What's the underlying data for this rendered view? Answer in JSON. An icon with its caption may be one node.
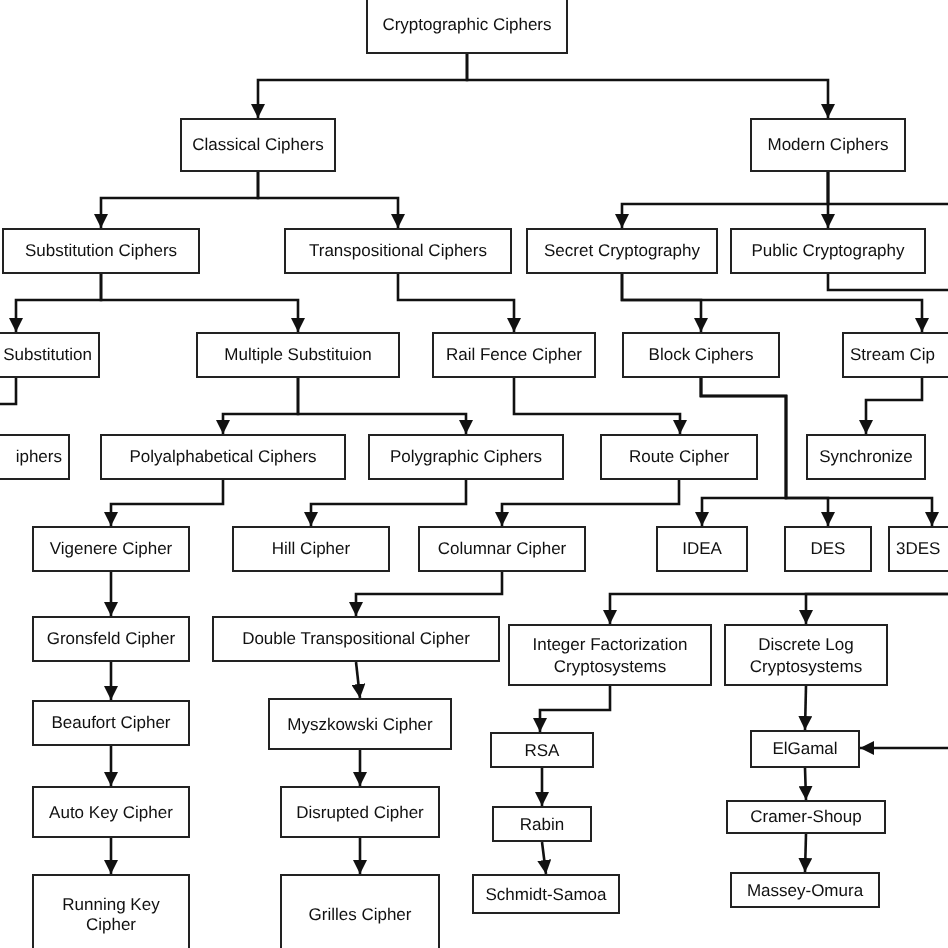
{
  "diagram": {
    "nodes": [
      {
        "text": [
          "Cryptographic Ciphers"
        ]
      },
      {
        "text": [
          "Classical Ciphers"
        ]
      },
      {
        "text": [
          "Modern Ciphers"
        ]
      },
      {
        "text": [
          "Substitution Ciphers"
        ]
      },
      {
        "text": [
          "Transpositional Ciphers"
        ]
      },
      {
        "text": [
          "Secret Cryptography"
        ]
      },
      {
        "text": [
          "Public Cryptography"
        ]
      },
      {
        "text": [
          "Substitution"
        ]
      },
      {
        "text": [
          "Multiple Substituion"
        ]
      },
      {
        "text": [
          "Rail Fence Cipher"
        ]
      },
      {
        "text": [
          "Block Ciphers"
        ]
      },
      {
        "text": [
          "Stream Cip"
        ]
      },
      {
        "text": [
          "iphers"
        ]
      },
      {
        "text": [
          "Polyalphabetical Ciphers"
        ]
      },
      {
        "text": [
          "Polygraphic Ciphers"
        ]
      },
      {
        "text": [
          "Route Cipher"
        ]
      },
      {
        "text": [
          "Synchronize"
        ]
      },
      {
        "text": [
          "Vigenere Cipher"
        ]
      },
      {
        "text": [
          "Hill Cipher"
        ]
      },
      {
        "text": [
          "Columnar Cipher"
        ]
      },
      {
        "text": [
          "IDEA"
        ]
      },
      {
        "text": [
          "DES"
        ]
      },
      {
        "text": [
          "3DES"
        ]
      },
      {
        "text": [
          "Gronsfeld Cipher"
        ]
      },
      {
        "text": [
          "Double Transpositional Cipher"
        ]
      },
      {
        "text": [
          "Integer Factorization Cryptosystems"
        ]
      },
      {
        "text": [
          "Discrete Log Cryptosystems"
        ]
      },
      {
        "text": [
          "Beaufort Cipher"
        ]
      },
      {
        "text": [
          "Myszkowski Cipher"
        ]
      },
      {
        "text": [
          "RSA"
        ]
      },
      {
        "text": [
          "ElGamal"
        ]
      },
      {
        "text": [
          "Rabin"
        ]
      },
      {
        "text": [
          "Auto Key Cipher"
        ]
      },
      {
        "text": [
          "Disrupted Cipher"
        ]
      },
      {
        "text": [
          "Cramer-Shoup"
        ]
      },
      {
        "text": [
          "Running Key Cipher"
        ]
      },
      {
        "text": [
          "Grilles Cipher"
        ]
      },
      {
        "text": [
          "Schmidt-Samoa"
        ]
      },
      {
        "text": [
          "Massey-Omura"
        ]
      }
    ],
    "edges": [
      {
        "from": 0,
        "to": 1,
        "arrow": "to"
      },
      {
        "from": 0,
        "to": 2,
        "arrow": "to"
      },
      {
        "from": 1,
        "to": 3,
        "arrow": "to"
      },
      {
        "from": 1,
        "to": 4,
        "arrow": "to"
      },
      {
        "from": 2,
        "to": 5,
        "arrow": "to"
      },
      {
        "from": 2,
        "to": 6,
        "arrow": "to"
      },
      {
        "from": 2,
        "to": null,
        "arrow": "none"
      },
      {
        "from": 3,
        "to": 7,
        "arrow": "to"
      },
      {
        "from": 3,
        "to": 8,
        "arrow": "to"
      },
      {
        "from": 4,
        "to": 9,
        "arrow": "to"
      },
      {
        "from": 5,
        "to": 10,
        "arrow": "to"
      },
      {
        "from": 5,
        "to": 11,
        "arrow": "to"
      },
      {
        "from": 6,
        "to": null,
        "arrow": "none"
      },
      {
        "from": 7,
        "to": null,
        "arrow": "none"
      },
      {
        "from": 8,
        "to": 13,
        "arrow": "to"
      },
      {
        "from": 8,
        "to": 14,
        "arrow": "to"
      },
      {
        "from": 9,
        "to": 15,
        "arrow": "to"
      },
      {
        "from": 10,
        "to": 20,
        "arrow": "to"
      },
      {
        "from": 10,
        "to": 21,
        "arrow": "to"
      },
      {
        "from": 10,
        "to": 22,
        "arrow": "to"
      },
      {
        "from": 11,
        "to": 16,
        "arrow": "to"
      },
      {
        "from": 13,
        "to": 17,
        "arrow": "to"
      },
      {
        "from": 14,
        "to": 18,
        "arrow": "to"
      },
      {
        "from": 15,
        "to": 19,
        "arrow": "to"
      },
      {
        "from": 17,
        "to": 23,
        "arrow": "to"
      },
      {
        "from": 19,
        "to": 24,
        "arrow": "to"
      },
      {
        "from": null,
        "to": 25,
        "arrow": "to"
      },
      {
        "from": null,
        "to": 26,
        "arrow": "to"
      },
      {
        "from": 23,
        "to": 27,
        "arrow": "to"
      },
      {
        "from": 24,
        "to": 28,
        "arrow": "to"
      },
      {
        "from": 25,
        "to": 29,
        "arrow": "to"
      },
      {
        "from": 26,
        "to": 30,
        "arrow": "to"
      },
      {
        "from": null,
        "to": 30,
        "arrow": "to"
      },
      {
        "from": 27,
        "to": 32,
        "arrow": "to"
      },
      {
        "from": 28,
        "to": 33,
        "arrow": "to"
      },
      {
        "from": 29,
        "to": 31,
        "arrow": "to"
      },
      {
        "from": 30,
        "to": 34,
        "arrow": "to"
      },
      {
        "from": 32,
        "to": 35,
        "arrow": "to"
      },
      {
        "from": 33,
        "to": 36,
        "arrow": "to"
      },
      {
        "from": 31,
        "to": 37,
        "arrow": "to"
      },
      {
        "from": 34,
        "to": 38,
        "arrow": "to"
      }
    ]
  }
}
